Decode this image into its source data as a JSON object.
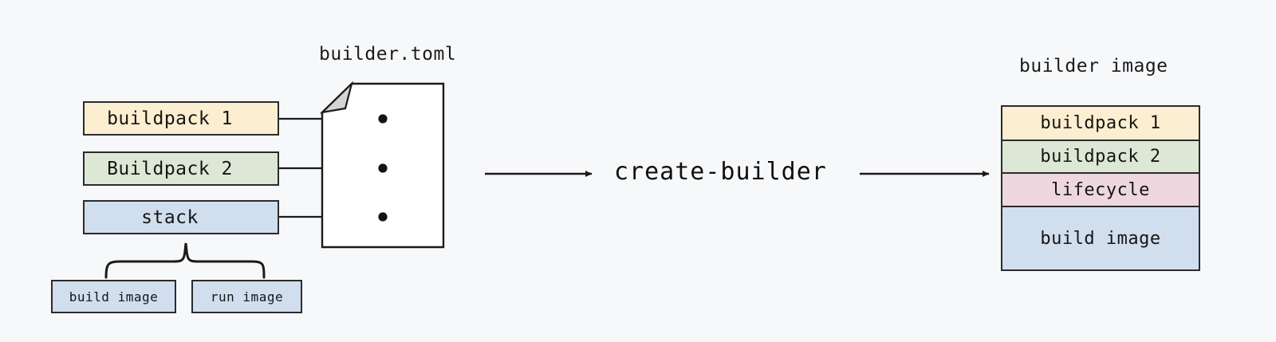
{
  "background_color": "#f7f8fa",
  "stroke_color": "#2b2b2b",
  "diagram": {
    "title_builder_toml": "builder.toml",
    "title_builder_image": "builder image",
    "command_label": "create-builder"
  },
  "inputs": {
    "items": [
      {
        "label": "buildpack 1",
        "color": "#fceed0"
      },
      {
        "label": "Buildpack 2",
        "color": "#dce8d5"
      },
      {
        "label": "stack",
        "color": "#d1deee"
      }
    ]
  },
  "stack_children": {
    "items": [
      {
        "label": "build image",
        "color": "#d1deee"
      },
      {
        "label": "run image",
        "color": "#d1deee"
      }
    ]
  },
  "builder_image": {
    "layers": [
      {
        "label": "buildpack 1",
        "color": "#fceed0"
      },
      {
        "label": "buildpack 2",
        "color": "#dce8d5"
      },
      {
        "label": "lifecycle",
        "color": "#eed7df"
      },
      {
        "label": "build image",
        "color": "#d1deee"
      }
    ]
  },
  "icons": {
    "document": "document-with-folded-corner-icon",
    "arrow_in": "arrow-right-icon",
    "arrow_out": "arrow-right-icon",
    "brace": "curly-brace-icon",
    "connector_dot": "connector-dot-icon"
  }
}
